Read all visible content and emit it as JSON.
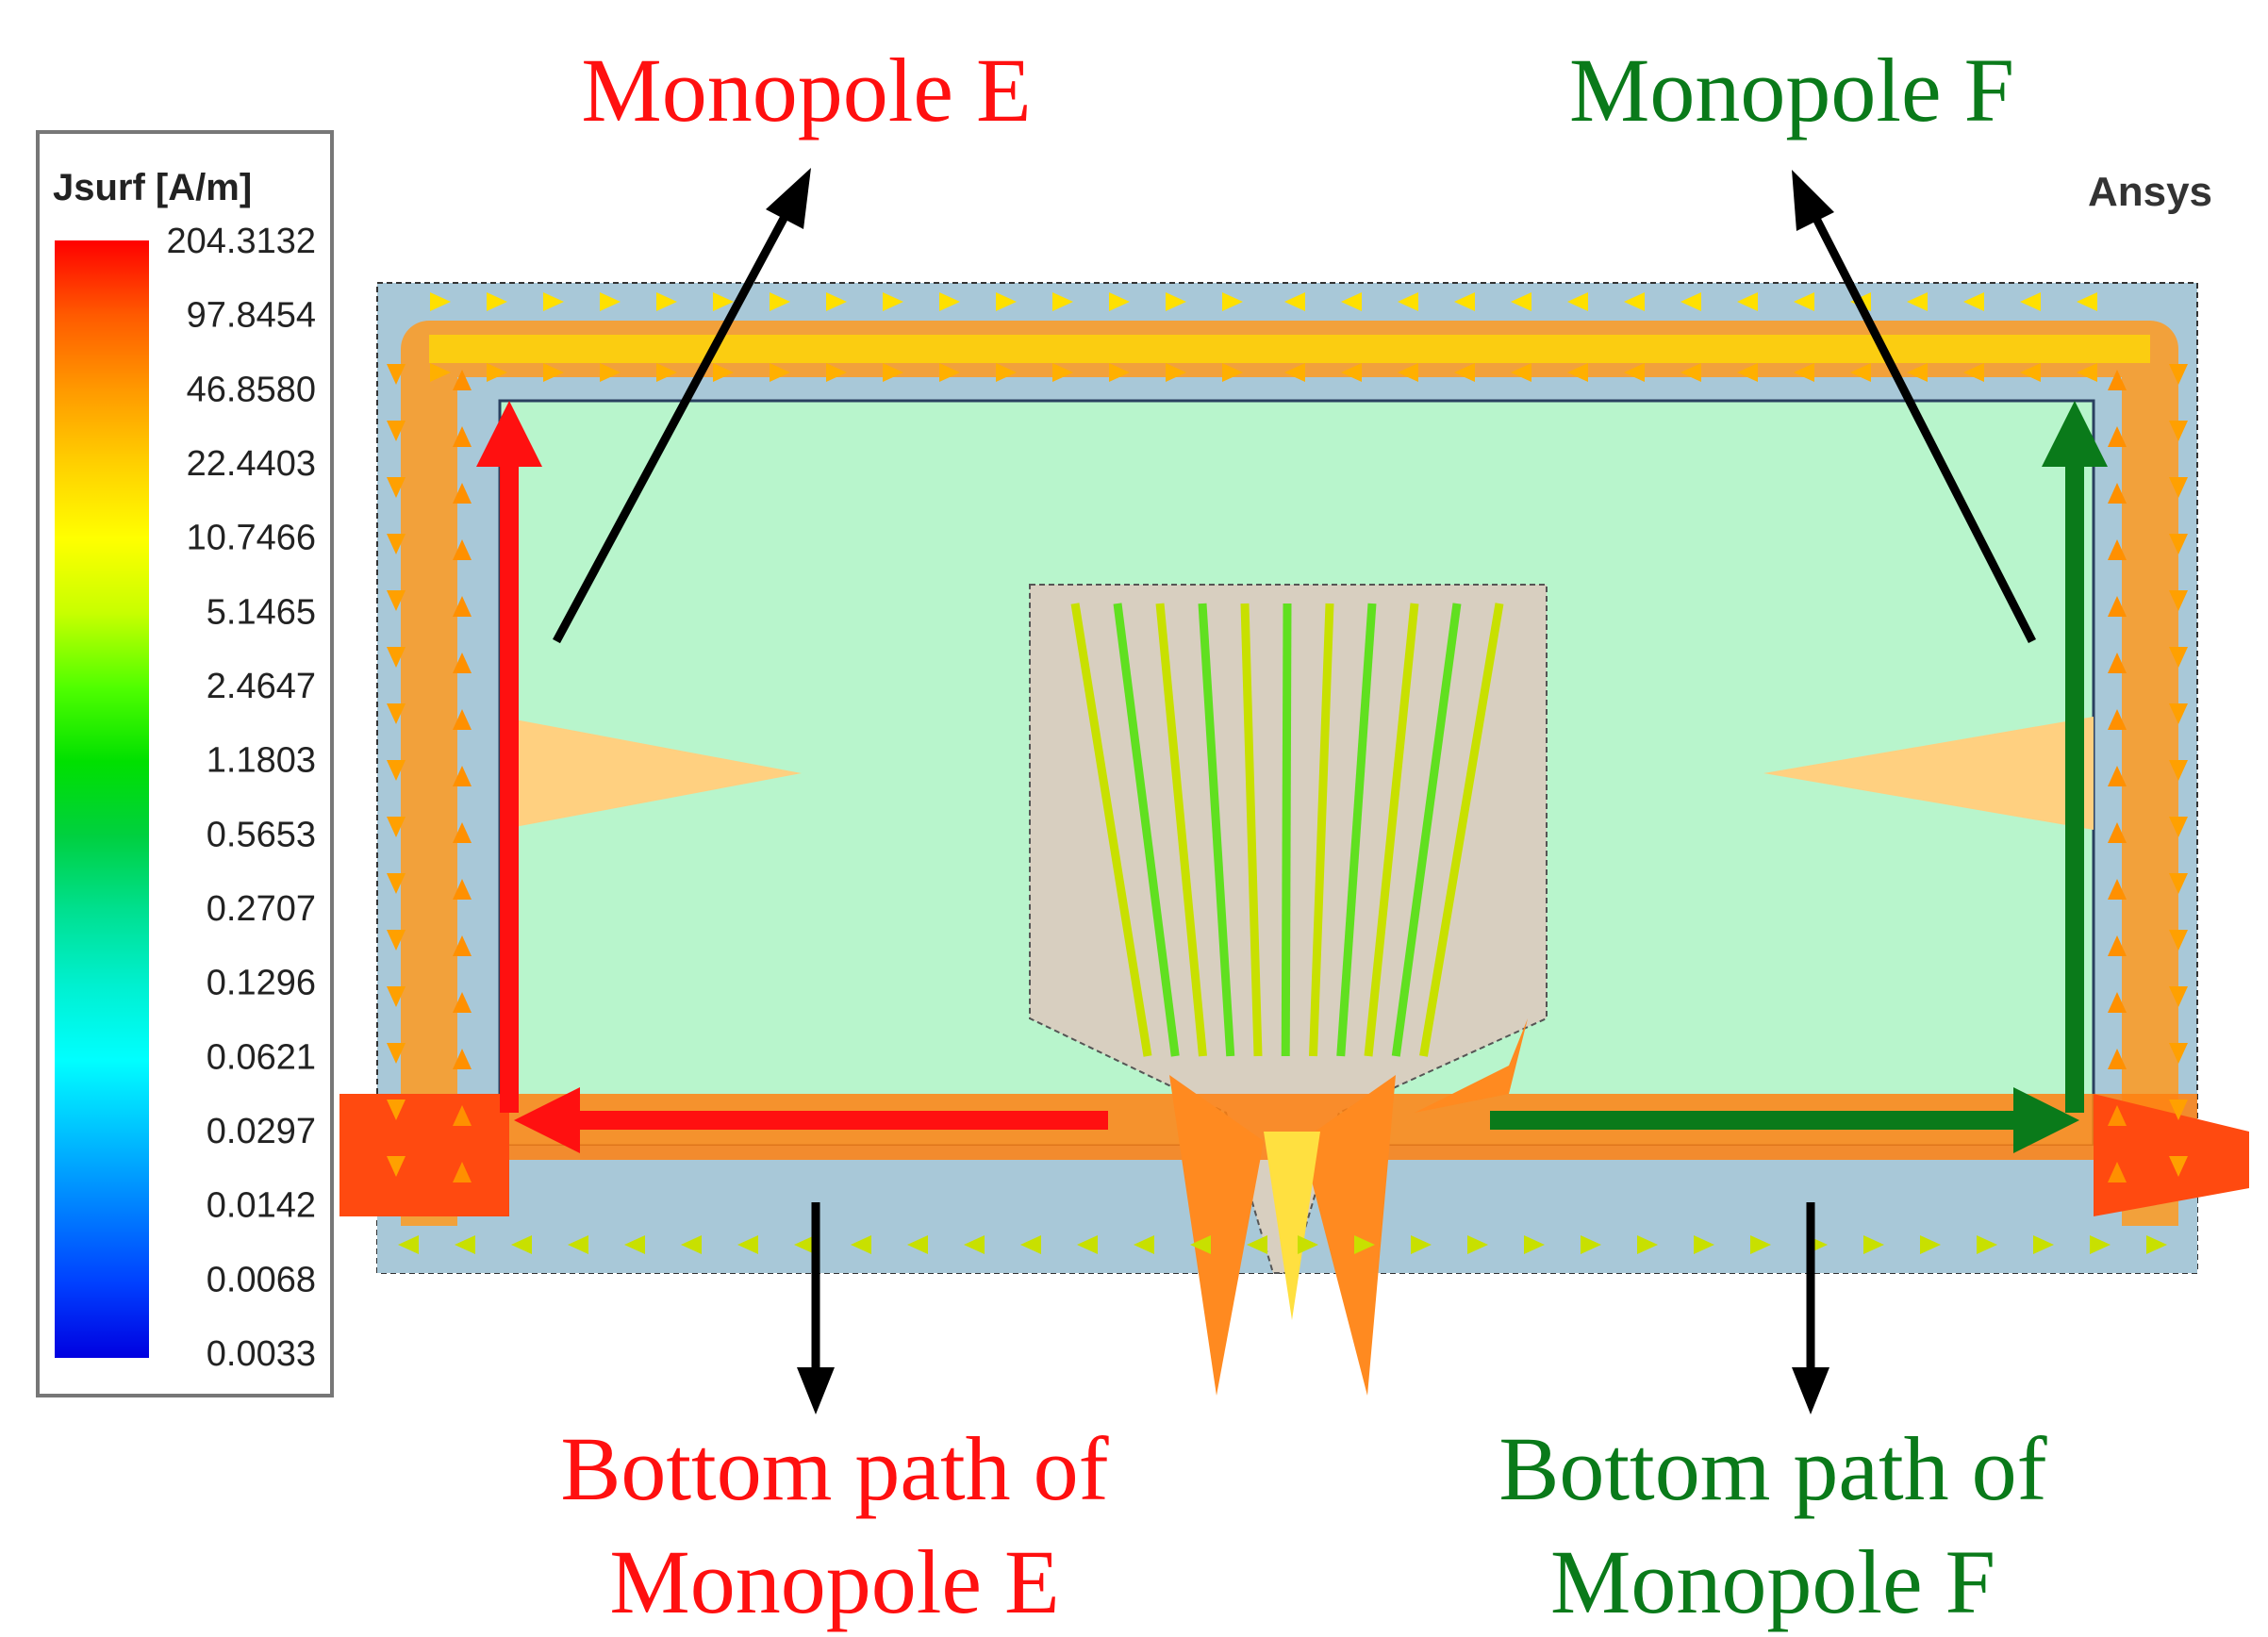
{
  "legend": {
    "title": "Jsurf [A/m]",
    "ticks": [
      "204.3132",
      "97.8454",
      "46.8580",
      "22.4403",
      "10.7466",
      "5.1465",
      "2.4647",
      "1.1803",
      "0.5653",
      "0.2707",
      "0.1296",
      "0.0621",
      "0.0297",
      "0.0142",
      "0.0068",
      "0.0033"
    ],
    "gradient": [
      "#ff0000",
      "#ff5a00",
      "#ff9900",
      "#ffd000",
      "#ffff00",
      "#c8ff00",
      "#50ff00",
      "#00e000",
      "#00d040",
      "#00e090",
      "#00f0d0",
      "#00ffff",
      "#00c0ff",
      "#0080ff",
      "#0040ff",
      "#0000e0"
    ]
  },
  "watermark": "Ansys",
  "labels": {
    "monopole_e": "Monopole E",
    "monopole_f": "Monopole F",
    "bottom_e_line1": "Bottom path of",
    "bottom_e_line2": "Monopole E",
    "bottom_f_line1": "Bottom path of",
    "bottom_f_line2": "Monopole F"
  },
  "colors": {
    "monopole_e": "#ff1010",
    "monopole_f": "#0a7a1a",
    "annotation_arrow": "#000000",
    "substrate": "#b8f5cc",
    "feed_patch": "#d8cfc0",
    "border_strip": "#a8c8d8",
    "current_high": "#ff7a10",
    "current_mid": "#ffd000",
    "current_low": "#50e020"
  }
}
